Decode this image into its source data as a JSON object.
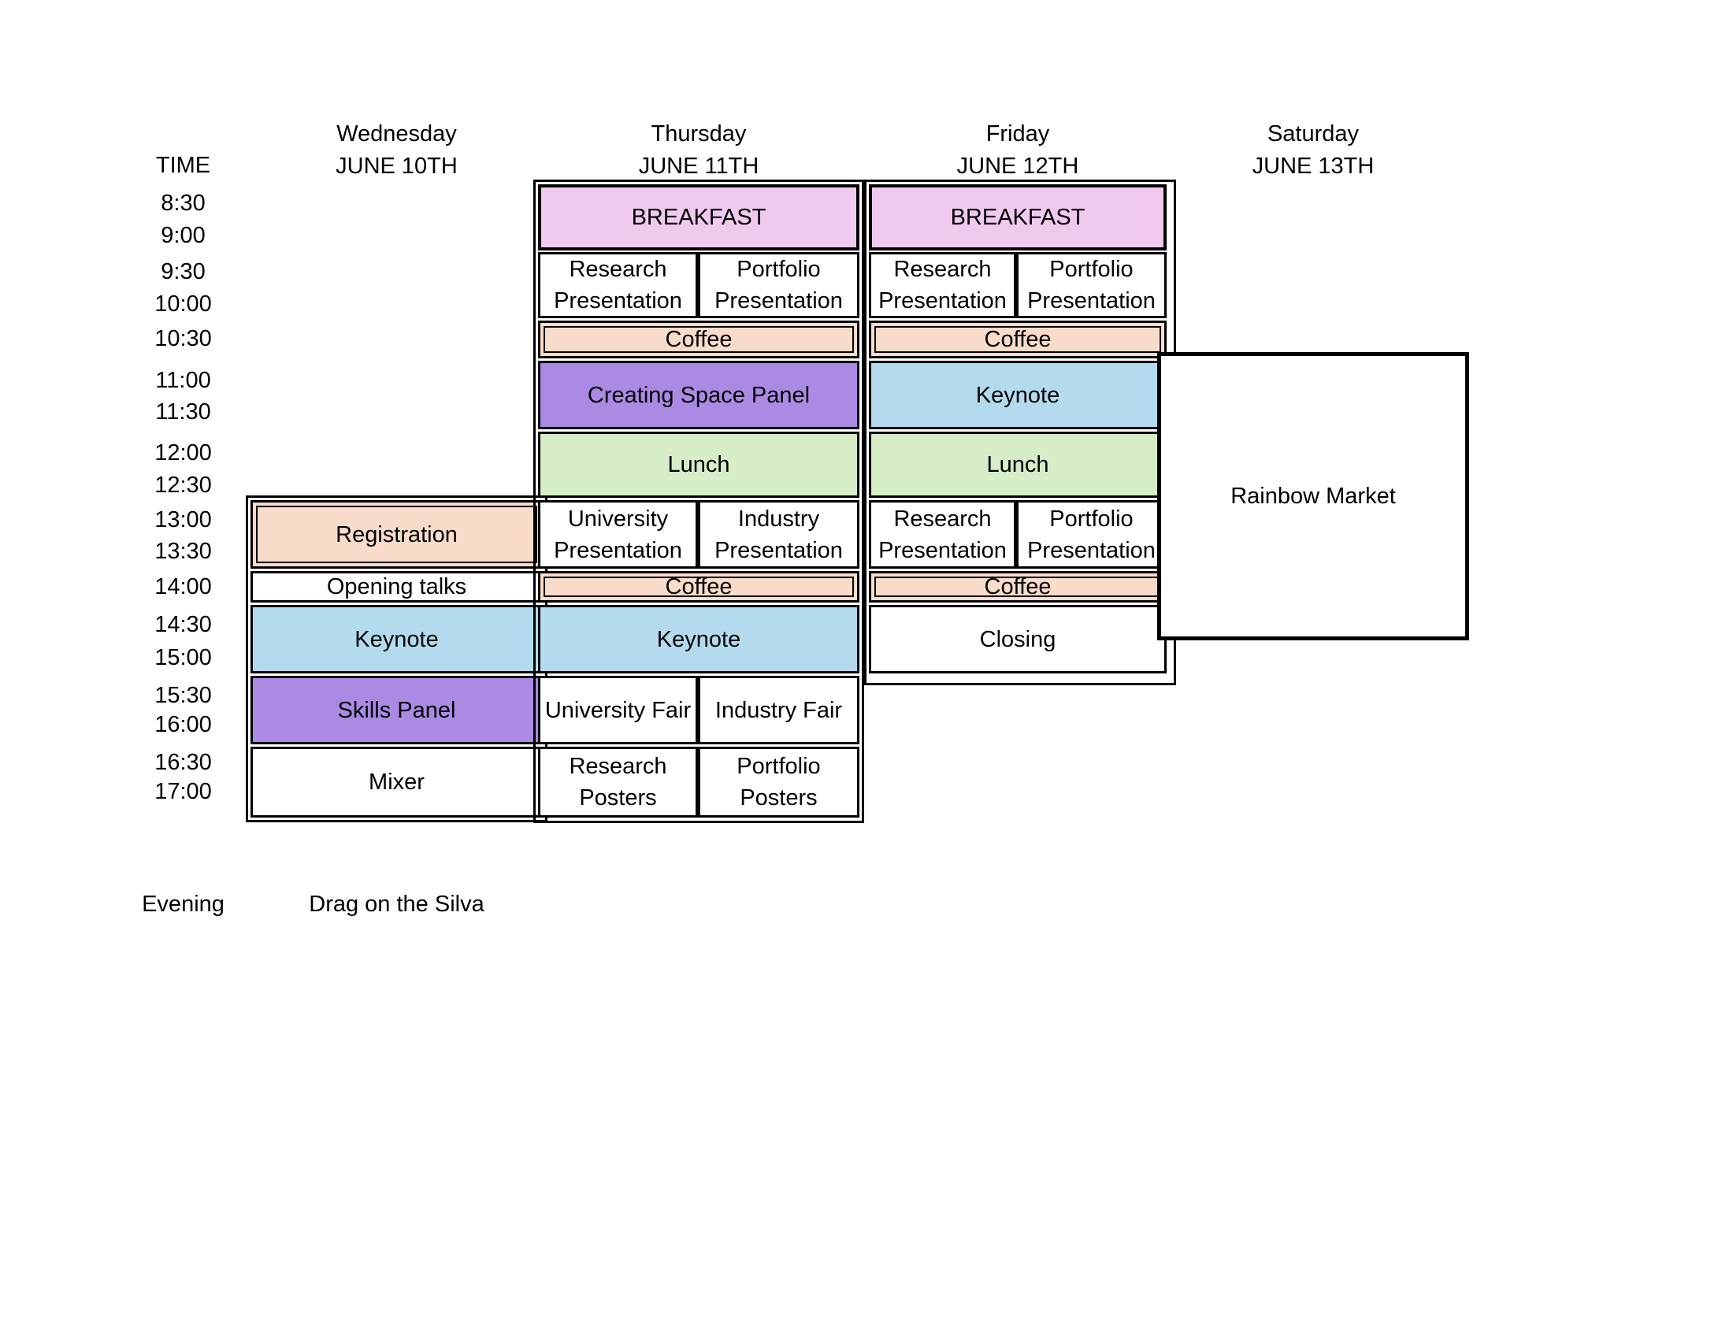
{
  "header": {
    "time_label": "TIME",
    "evening_label": "Evening"
  },
  "days": [
    {
      "name": "Wednesday",
      "date": "JUNE 10TH"
    },
    {
      "name": "Thursday",
      "date": "JUNE 11TH"
    },
    {
      "name": "Friday",
      "date": "JUNE 12TH"
    },
    {
      "name": "Saturday",
      "date": "JUNE 13TH"
    }
  ],
  "times": [
    "8:30",
    "9:00",
    "9:30",
    "10:00",
    "10:30",
    "11:00",
    "11:30",
    "12:00",
    "12:30",
    "13:00",
    "13:30",
    "14:00",
    "14:30",
    "15:00",
    "15:30",
    "16:00",
    "16:30",
    "17:00"
  ],
  "colors": {
    "breakfast": "#f0c9ef",
    "coffee": "#f8dcc9",
    "panel": "#ab8ae4",
    "keynote": "#b3dbed",
    "lunch": "#d6edc8",
    "plain": "#ffffff"
  },
  "wednesday": {
    "registration": "Registration",
    "opening_talks": "Opening talks",
    "keynote": "Keynote",
    "skills_panel": "Skills Panel",
    "mixer": "Mixer",
    "evening_event": "Drag on the Silva"
  },
  "thursday": {
    "breakfast": "BREAKFAST",
    "morning_left": "Research Presentation",
    "morning_right": "Portfolio Presentation",
    "coffee_am": "Coffee",
    "panel": "Creating Space Panel",
    "lunch": "Lunch",
    "afternoon_left": "University Presentation",
    "afternoon_right": "Industry Presentation",
    "coffee_pm": "Coffee",
    "keynote": "Keynote",
    "fair_left": "University Fair",
    "fair_right": "Industry Fair",
    "posters_left": "Research Posters",
    "posters_right": "Portfolio Posters"
  },
  "friday": {
    "breakfast": "BREAKFAST",
    "morning_left": "Research Presentation",
    "morning_right": "Portfolio Presentation",
    "coffee_am": "Coffee",
    "keynote": "Keynote",
    "lunch": "Lunch",
    "afternoon_left": "Research Presentation",
    "afternoon_right": "Portfolio Presentation",
    "coffee_pm": "Coffee",
    "closing": "Closing"
  },
  "saturday": {
    "market": "Rainbow Market"
  }
}
